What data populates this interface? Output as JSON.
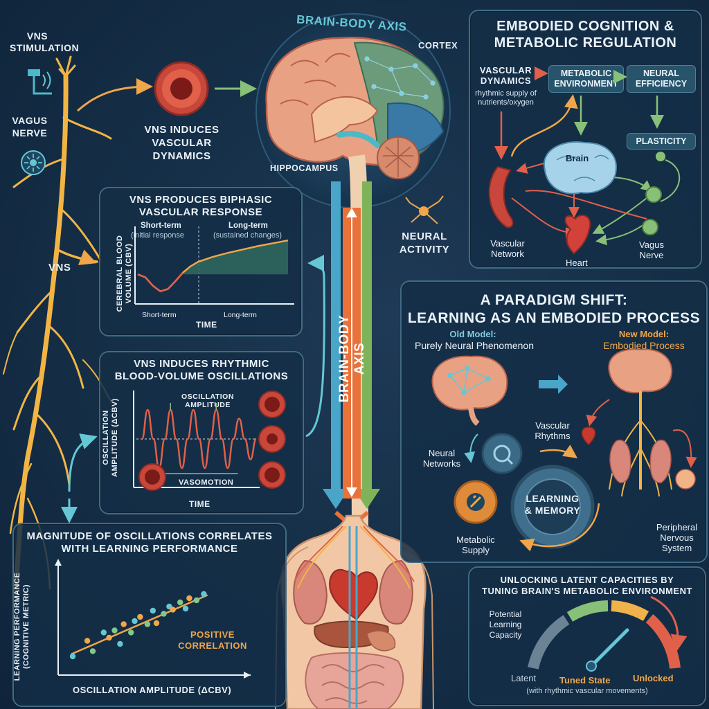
{
  "brain_axis_title": "BRAIN-BODY AXIS",
  "vertical_axis_label": "BRAIN-BODY AXIS",
  "left": {
    "vns_stimulation": "VNS\nSTIMULATION",
    "vagus_nerve": "VAGUS\nNERVE",
    "vns": "VNS",
    "induces_vascular": "VNS INDUCES\nVASCULAR\nDYNAMICS"
  },
  "brain_labels": {
    "cortex": "CORTEX",
    "hippocampus": "HIPPOCAMPUS",
    "neural_activity": "NEURAL\nACTIVITY"
  },
  "biphasic": {
    "title": "VNS PRODUCES BIPHASIC\nVASCULAR RESPONSE",
    "short_term_head": "Short-term",
    "short_term_sub": "(initial response",
    "long_term_head": "Long-term",
    "long_term_sub": "(sustained changes)",
    "ylabel": "CEREBRAL BLOOD\nVOLUME (CBV)",
    "xlabel": "TIME",
    "tick_short": "Short-term",
    "tick_long": "Long-term"
  },
  "oscillations": {
    "title": "VNS INDUCES RHYTHMIC\nBLOOD-VOLUME OSCILLATIONS",
    "amplitude_label": "OSCILLATION\nAMPLITUDE",
    "vasomotion": "VASOMOTION",
    "ylabel": "OSCILLATION\nAMPLITUDE (ΔCBV)",
    "xlabel": "TIME"
  },
  "magnitude": {
    "title": "MAGNITUDE OF OSCILLATIONS CORRELATES\nWITH LEARNING PERFORMANCE",
    "ylabel": "LEARNING PERFORMANCE\n(COGNITIVE METRIC)",
    "xlabel": "OSCILLATION AMPLITUDE (ΔCBV)",
    "annotation": "POSITIVE\nCORRELATION"
  },
  "embodied": {
    "title": "EMBODIED COGNITION &\nMETABOLIC REGULATION",
    "vascular_dynamics": "VASCULAR\nDYNAMICS",
    "rhythmic_supply": "rhythmic supply of\nnutrients/oxygen",
    "metabolic_environment": "METABOLIC\nENVIRONMENT",
    "neural_efficiency": "NEURAL\nEFFICIENCY",
    "plasticity": "PLASTICITY",
    "brain": "Brain",
    "vascular_network": "Vascular\nNetwork",
    "heart": "Heart",
    "vagus_nerve": "Vagus\nNerve"
  },
  "paradigm": {
    "title": "A PARADIGM SHIFT:\nLEARNING AS AN EMBODIED PROCESS",
    "old_head": "Old Model:",
    "old_sub": "Purely Neural Phenomenon",
    "new_head": "New Model:",
    "new_sub": "Embodied Process",
    "vascular_rhythms": "Vascular\nRhythms",
    "neural_networks": "Neural\nNetworks",
    "learning_memory": "LEARNING\n& MEMORY",
    "metabolic_supply": "Metabolic\nSupply",
    "peripheral": "Peripheral\nNervous\nSystem"
  },
  "unlocking": {
    "title": "UNLOCKING LATENT CAPACITIES BY\nTUNING BRAIN'S METABOLIC ENVIRONMENT",
    "potential": "Potential\nLearning\nCapacity",
    "latent": "Latent",
    "tuned": "Tuned State",
    "unlocked": "Unlocked",
    "note": "(with rhythmic vascular movements)"
  },
  "colors": {
    "nerve": "#f2b544",
    "artery": "#e0604a",
    "accent_orange": "#f0a64a",
    "teal": "#65c7d4",
    "axis_blue": "#4aa6c9",
    "axis_orange": "#e9713a",
    "axis_green": "#7fb35a"
  },
  "chart_data": [
    {
      "type": "line",
      "title": "VNS PRODUCES BIPHASIC VASCULAR RESPONSE",
      "xlabel": "TIME",
      "ylabel": "CEREBRAL BLOOD VOLUME (CBV)",
      "x_tick_labels": [
        "Short-term",
        "Long-term"
      ],
      "series": [
        {
          "x": [
            0,
            1,
            2,
            3,
            4,
            5,
            6,
            7,
            8,
            10,
            12,
            14,
            16,
            18,
            20
          ],
          "values": [
            0,
            -0.5,
            -2.0,
            -3.0,
            -2.6,
            -1.2,
            0.3,
            1.4,
            2.2,
            3.1,
            3.8,
            4.4,
            5.0,
            5.5,
            6.0
          ]
        }
      ]
    },
    {
      "type": "line",
      "title": "VNS INDUCES RHYTHMIC BLOOD-VOLUME OSCILLATIONS",
      "xlabel": "TIME",
      "ylabel": "OSCILLATION AMPLITUDE (ΔCBV)",
      "series": [
        {
          "x": [
            0,
            0.25,
            0.5,
            0.75,
            1,
            1.25,
            1.5,
            1.75,
            2,
            2.25,
            2.5,
            2.75,
            3,
            3.25,
            3.5,
            3.75,
            4,
            4.25,
            4.5,
            4.75,
            5
          ],
          "values": [
            0,
            1,
            0,
            -1,
            0,
            1,
            0,
            -1,
            0,
            1,
            0,
            -1,
            0,
            1,
            0,
            -1,
            0,
            0.7,
            0,
            -0.7,
            0
          ]
        }
      ]
    },
    {
      "type": "scatter",
      "title": "MAGNITUDE OF OSCILLATIONS CORRELATES WITH LEARNING PERFORMANCE",
      "xlabel": "OSCILLATION AMPLITUDE (ΔCBV)",
      "ylabel": "LEARNING PERFORMANCE (COGNITIVE METRIC)",
      "xlim": [
        0,
        10
      ],
      "ylim": [
        0,
        10
      ],
      "series": [
        {
          "name": "",
          "x": [
            0.8,
            1.6,
            1.9,
            2.5,
            2.8,
            3.1,
            3.4,
            3.6,
            4.0,
            4.2,
            4.5,
            4.9,
            5.2,
            5.4,
            5.8,
            6.1,
            6.3,
            6.7,
            7.0,
            7.2,
            7.6,
            8.0
          ],
          "values": [
            1.8,
            3.3,
            2.3,
            4.1,
            3.6,
            4.3,
            3.0,
            4.9,
            4.1,
            5.2,
            5.6,
            4.9,
            6.2,
            5.0,
            5.9,
            6.6,
            6.3,
            7.0,
            6.4,
            7.4,
            7.2,
            7.8
          ]
        }
      ],
      "trendline": {
        "x": [
          0.7,
          8.2
        ],
        "values": [
          2.0,
          7.7
        ]
      }
    }
  ]
}
